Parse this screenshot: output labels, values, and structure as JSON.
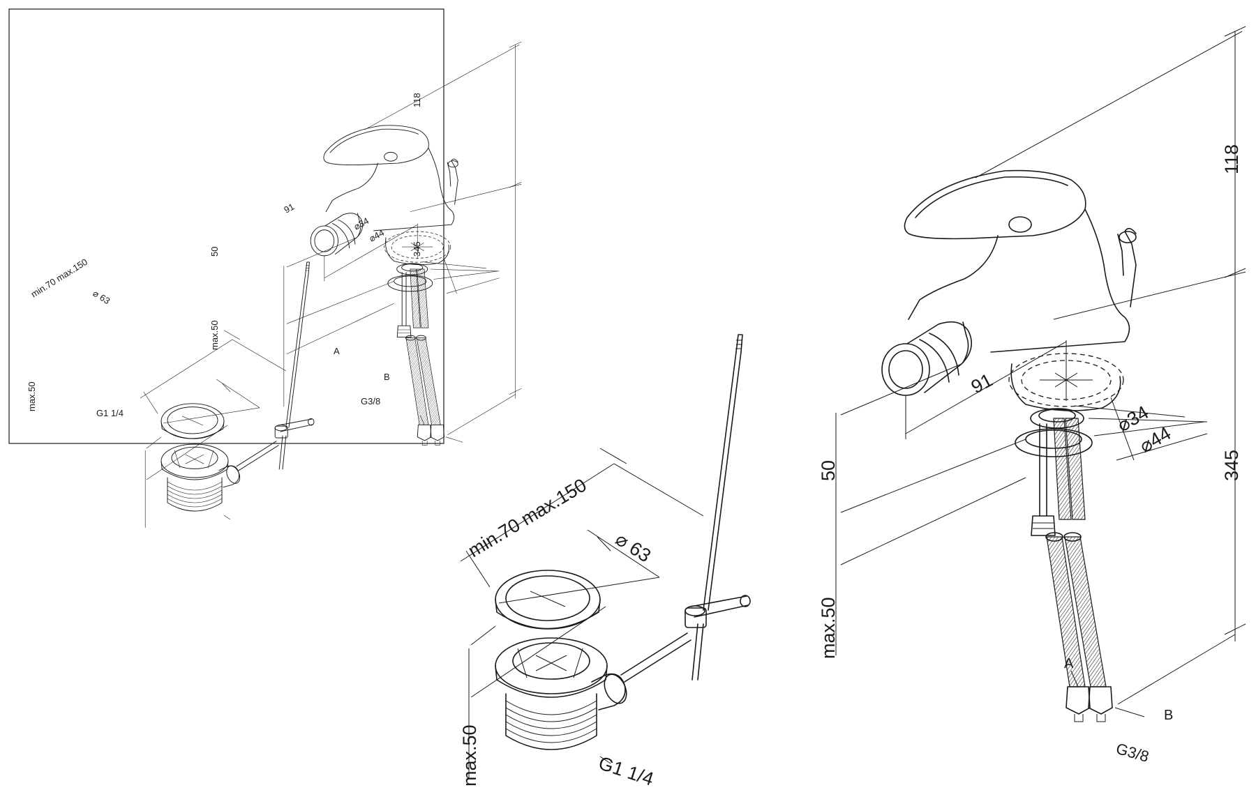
{
  "inset": {
    "drain": {
      "dim_range": "min.70 max.150",
      "dim_diameter": "⌀ 63",
      "dim_height": "max.50",
      "thread": "G1 1/4"
    },
    "mixer": {
      "dim_top": "118",
      "dim_total": "345",
      "dim_reach": "91",
      "dim_body": "50",
      "dim_deck": "max.50",
      "dim_d34": "⌀34",
      "dim_d44": "⌀44",
      "label_a": "A",
      "label_b": "B",
      "thread": "G3/8"
    }
  },
  "drain": {
    "dim_range": "min.70 max.150",
    "dim_diameter": "⌀ 63",
    "dim_height": "max.50",
    "thread": "G1 1/4"
  },
  "mixer": {
    "dim_top": "118",
    "dim_total": "345",
    "dim_reach": "91",
    "dim_body": "50",
    "dim_deck": "max.50",
    "dim_d34": "⌀34",
    "dim_d44": "⌀44",
    "label_a": "A",
    "label_b": "B",
    "thread": "G3/8"
  }
}
